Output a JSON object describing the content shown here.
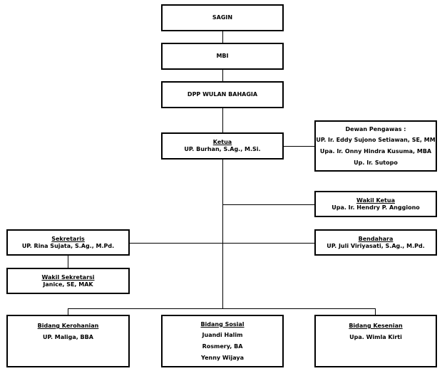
{
  "nodes": {
    "sagin": "SAGIN",
    "mbi": "MBI",
    "dpp": "DPP WULAN BAHAGIA",
    "ketua": {
      "title": "Ketua",
      "name": "UP. Burhan, S.Ag., M.Si."
    },
    "dewan_pengawas": {
      "title": "Dewan Pengawas :",
      "members": [
        "UP. Ir. Eddy Sujono Setiawan, SE, MM",
        "Upa. Ir. Onny Hindra Kusuma, MBA",
        "Up. Ir. Sutopo"
      ]
    },
    "wakil_ketua": {
      "title": "Wakil Ketua",
      "name": "Upa. Ir. Hendry P. Anggiono"
    },
    "sekretaris": {
      "title": "Sekretaris",
      "name": "UP. Rina Sujata, S.Ag., M.Pd."
    },
    "bendahara": {
      "title": "Bendahara",
      "name": "UP. Juli Viriyasati, S.Ag., M.Pd."
    },
    "wakil_sekretaris": {
      "title": "Wakil Sekretarsi",
      "name": "Janice, SE, MAK"
    },
    "bidang_kerohanian": {
      "title": "Bidang Kerohanian",
      "name": "UP. Maliga, BBA"
    },
    "bidang_sosial": {
      "title": "Bidang Sosial",
      "members": [
        "Juandi Halim",
        "Rosmery, BA",
        "Yenny Wijaya"
      ]
    },
    "bidang_kesenian": {
      "title": "Bidang Kesenian",
      "name": "Upa. Wimla Kirti"
    }
  }
}
